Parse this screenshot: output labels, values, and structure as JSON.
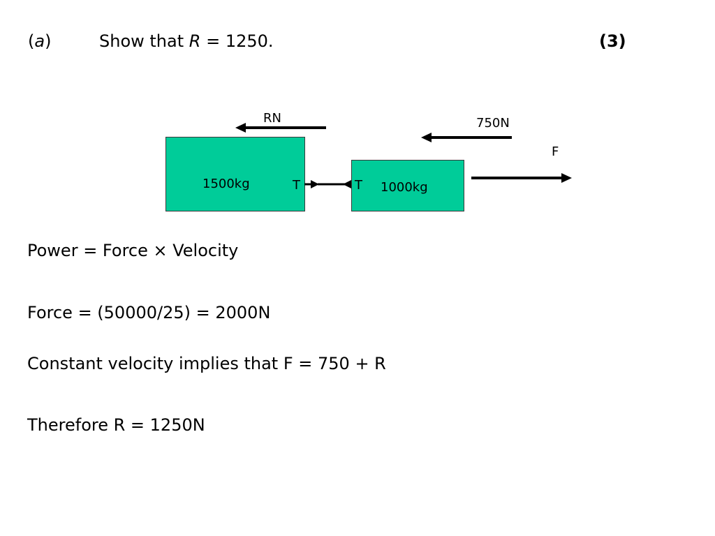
{
  "question": {
    "part_open": "(",
    "part_letter": "a",
    "part_close": ")",
    "prompt_prefix": "Show that ",
    "prompt_var": "R",
    "prompt_suffix": " = 1250.",
    "marks": "(3)"
  },
  "diagram": {
    "block_color": "#00cc99",
    "block_left_mass": "1500kg",
    "block_right_mass": "1000kg",
    "force_resistance_left": "RN",
    "force_resistance_right": "750N",
    "force_driving": "F",
    "tension_left": "T",
    "tension_right": "T"
  },
  "solution": {
    "line1": "Power = Force × Velocity",
    "line2": "Force = (50000/25) = 2000N",
    "line3": "Constant velocity implies that F = 750 + R",
    "line4": "Therefore R = 1250N"
  }
}
